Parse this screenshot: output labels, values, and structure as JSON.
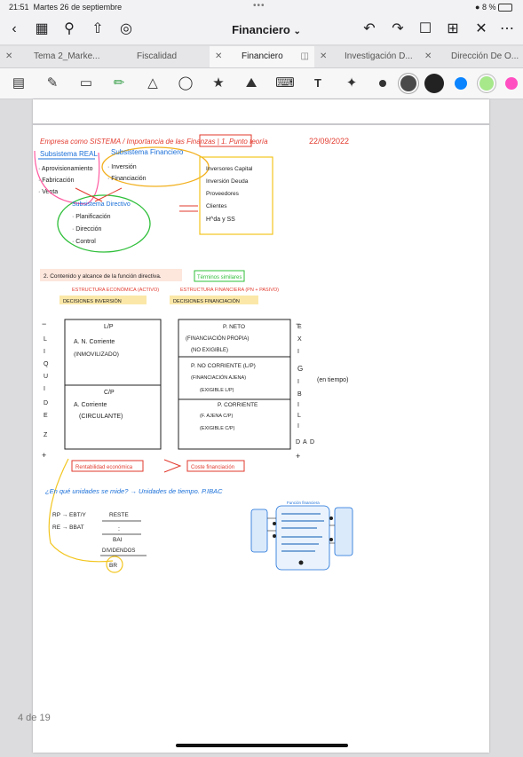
{
  "status": {
    "time": "21:51",
    "date": "Martes 26 de septiembre",
    "battery": "8 %"
  },
  "nav": {
    "title": "Financiero",
    "title_chevron": "⌄"
  },
  "tabs": [
    {
      "label": "Tema 2_Marke...",
      "active": false
    },
    {
      "label": "Fiscalidad",
      "active": false
    },
    {
      "label": "Financiero",
      "active": true
    },
    {
      "label": "Investigación D...",
      "active": false
    },
    {
      "label": "Dirección De O...",
      "active": false
    }
  ],
  "colors": {
    "black": "#333333",
    "dark_gray": "#4a4a4a",
    "darker": "#222222",
    "blue": "#0a84ff",
    "light_green": "#a6e88a",
    "pink": "#ff4fc1"
  },
  "page_counter": "4 de 19",
  "notes": {
    "heading": "Empresa como SISTEMA / Importancia de las Finanzas | 1. Punto teoría",
    "date": "22/09/2022",
    "real_title": "Subsistema REAL",
    "real_items": [
      "· Aprovisionamiento",
      "· Fabricación",
      "· Venta"
    ],
    "fin_title": "Subsistema Financiero",
    "fin_items": [
      "· Inversión",
      "· Financiación"
    ],
    "dir_title": "Subsistema Directivo",
    "dir_items": [
      "· Planificación",
      "· Dirección",
      "· Control"
    ],
    "right_box": [
      "Inversores Capital",
      "Inversión Deuda",
      "Proveedores",
      "Clientes",
      "H^da y SS"
    ],
    "section2": "2. Contenido y alcance de la función directiva.",
    "terms": "Términos similares",
    "line1_left": "ESTRUCTURA ECONÓMICA (ACTIVO)",
    "line1_right": "ESTRUCTURA FINANCIERA (PN + PASIVO)",
    "line2_left": "DECISIONES INVERSIÓN",
    "line2_right": "DECISIONES FINANCIACIÓN",
    "left_block_top": "L/P",
    "anc": "A. N. Corriente",
    "anc2": "(INMOVILIZADO)",
    "left_block_bot": "C/P",
    "ac": "A. Corriente",
    "ac2": "(CIRCULANTE)",
    "pn": "P. NETO",
    "pn2": "(FINANCIACIÓN PROPIA)",
    "pn3": "(NO EXIGIBLE)",
    "pnc": "P. NO CORRIENTE (L/P)",
    "pnc2": "(FINANCIACIÓN AJENA)",
    "pnc3": "(EXIGIBLE L/P)",
    "pc": "P. CORRIENTE",
    "pc2": "(F. AJENA C/P)",
    "pc3": "(EXIGIBLE C/P)",
    "liquidez": [
      "L",
      "I",
      "Q",
      "U",
      "I",
      "D",
      "E",
      "Z"
    ],
    "exigib": [
      "E",
      "X",
      "I",
      "G",
      "I",
      "B",
      "I",
      "L",
      "I",
      "D",
      "A",
      "D"
    ],
    "en_tiempo": "(en tiempo)",
    "rent_eco": "Rentabilidad económica",
    "coste_fin": "Coste financiación",
    "pregunta": "¿En qué unidades se mide? → Unidades de tiempo. P.IBAC",
    "rp": "RP → EBT/Y",
    "re": "RE → BBAT",
    "cuenta": "RESTE",
    "bai": "BAI",
    "dividendos": "DIVIDENDOS",
    "br": "BR",
    "diagram_title": "Función financiera"
  }
}
